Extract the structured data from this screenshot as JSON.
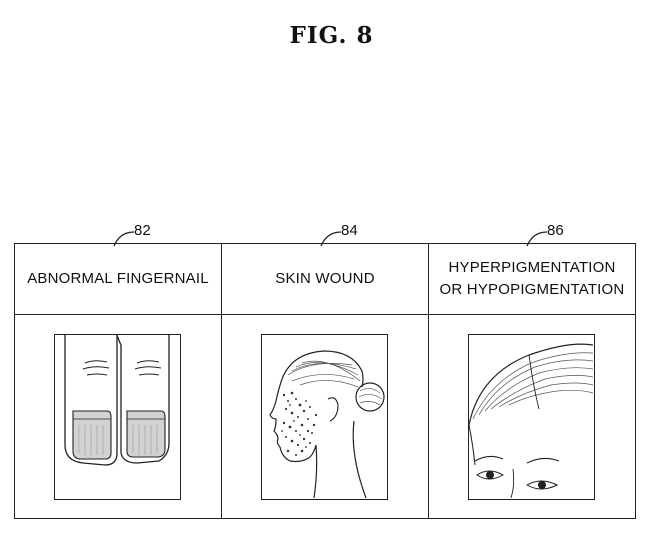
{
  "figure": {
    "title": "FIG.  8"
  },
  "panels": [
    {
      "ref": "82",
      "header_lines": [
        "ABNORMAL FINGERNAIL"
      ],
      "illustration": "two-fingernails-drawing"
    },
    {
      "ref": "84",
      "header_lines": [
        "SKIN WOUND"
      ],
      "illustration": "head-profile-with-wound-drawing"
    },
    {
      "ref": "86",
      "header_lines": [
        "HYPERPIGMENTATION",
        "OR HYPOPIGMENTATION"
      ],
      "illustration": "forehead-and-eyes-drawing"
    }
  ],
  "colors": {
    "line": "#222222",
    "nail_shade": "#bdbdbd",
    "background": "#ffffff"
  }
}
